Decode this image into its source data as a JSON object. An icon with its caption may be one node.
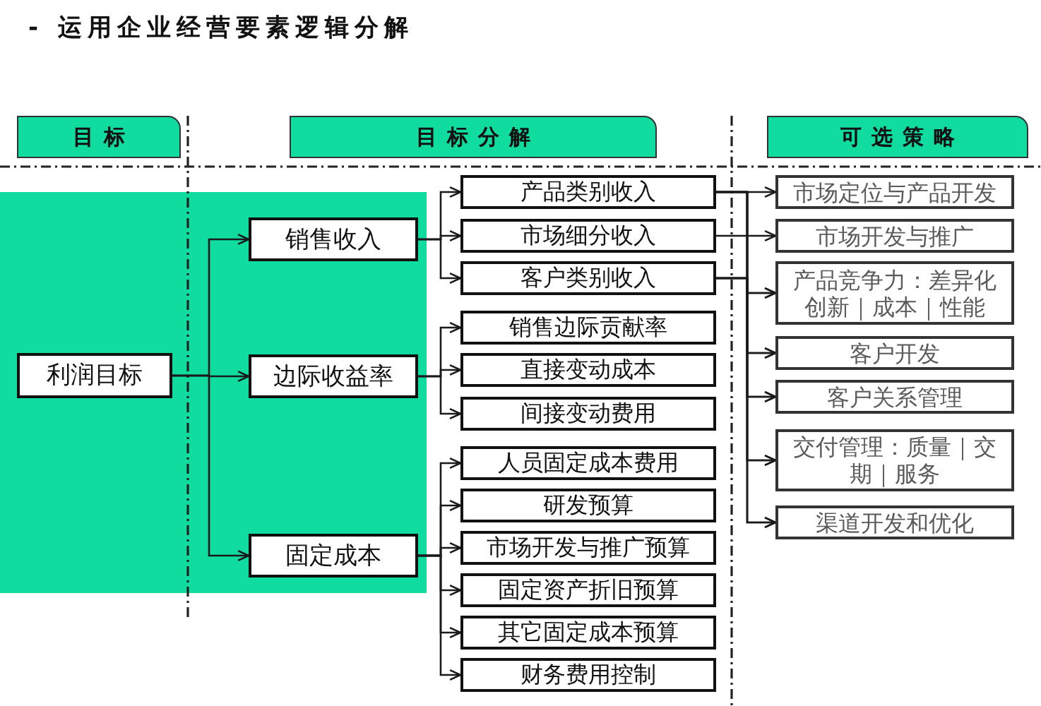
{
  "diagram": {
    "title": "- 运用企业经营要素逻辑分解",
    "nodes": [
      {
        "text": [
          "目标"
        ]
      },
      {
        "text": [
          "目标分解"
        ]
      },
      {
        "text": [
          "可选策略"
        ]
      },
      {
        "text": [],
        "shape": "box"
      },
      {
        "text": [
          "利润目标"
        ],
        "in": 3
      },
      {
        "text": [
          "销售收入"
        ],
        "in": 3
      },
      {
        "text": [
          "边际收益率"
        ],
        "in": 3
      },
      {
        "text": [
          "固定成本"
        ],
        "in": 3
      },
      {
        "text": [
          "产品类别收入"
        ]
      },
      {
        "text": [
          "市场细分收入"
        ]
      },
      {
        "text": [
          "客户类别收入"
        ]
      },
      {
        "text": [
          "销售边际贡献率"
        ]
      },
      {
        "text": [
          "直接变动成本"
        ]
      },
      {
        "text": [
          "间接变动费用"
        ]
      },
      {
        "text": [
          "人员固定成本费用"
        ]
      },
      {
        "text": [
          "研发预算"
        ]
      },
      {
        "text": [
          "市场开发与推广预算"
        ]
      },
      {
        "text": [
          "固定资产折旧预算"
        ]
      },
      {
        "text": [
          "其它固定成本预算"
        ]
      },
      {
        "text": [
          "财务费用控制"
        ]
      },
      {
        "text": [
          "市场定位与产品开发"
        ]
      },
      {
        "text": [
          "市场开发与推广"
        ]
      },
      {
        "text": [
          "产品竞争力：差异化创新｜成本｜性能"
        ]
      },
      {
        "text": [
          "客户开发"
        ]
      },
      {
        "text": [
          "客户关系管理"
        ]
      },
      {
        "text": [
          "交付管理：质量｜交期｜服务"
        ]
      },
      {
        "text": [
          "渠道开发和优化"
        ]
      }
    ],
    "edges": [
      {
        "from": 4,
        "to": 5,
        "arrow": "to"
      },
      {
        "from": 4,
        "to": 6,
        "arrow": "to"
      },
      {
        "from": 4,
        "to": 7,
        "arrow": "to"
      },
      {
        "from": 5,
        "to": 8,
        "arrow": "to"
      },
      {
        "from": 5,
        "to": 9,
        "arrow": "to"
      },
      {
        "from": 5,
        "to": 10,
        "arrow": "to"
      },
      {
        "from": 6,
        "to": 11,
        "arrow": "to"
      },
      {
        "from": 6,
        "to": 12,
        "arrow": "to"
      },
      {
        "from": 6,
        "to": 13,
        "arrow": "to"
      },
      {
        "from": 7,
        "to": 14,
        "arrow": "to"
      },
      {
        "from": 7,
        "to": 15,
        "arrow": "to"
      },
      {
        "from": 7,
        "to": 16,
        "arrow": "to"
      },
      {
        "from": 7,
        "to": 17,
        "arrow": "to"
      },
      {
        "from": 7,
        "to": 18,
        "arrow": "to"
      },
      {
        "from": 7,
        "to": 19,
        "arrow": "to"
      },
      {
        "from": 8,
        "to": 20,
        "arrow": "to"
      },
      {
        "from": 8,
        "to": 22,
        "arrow": "to"
      },
      {
        "from": 8,
        "to": 23,
        "arrow": "to"
      },
      {
        "from": 8,
        "to": 24,
        "arrow": "to"
      },
      {
        "from": 8,
        "to": 25,
        "arrow": "to"
      },
      {
        "from": 8,
        "to": 26,
        "arrow": "to"
      },
      {
        "from": 9,
        "to": 21,
        "arrow": "to"
      },
      {
        "from": 10,
        "to": 22,
        "arrow": "to"
      },
      {
        "from": 10,
        "to": 23,
        "arrow": "to"
      },
      {
        "from": 10,
        "to": 24,
        "arrow": "to"
      },
      {
        "from": 10,
        "to": 25,
        "arrow": "to"
      },
      {
        "from": 10,
        "to": 26,
        "arrow": "to"
      }
    ]
  }
}
